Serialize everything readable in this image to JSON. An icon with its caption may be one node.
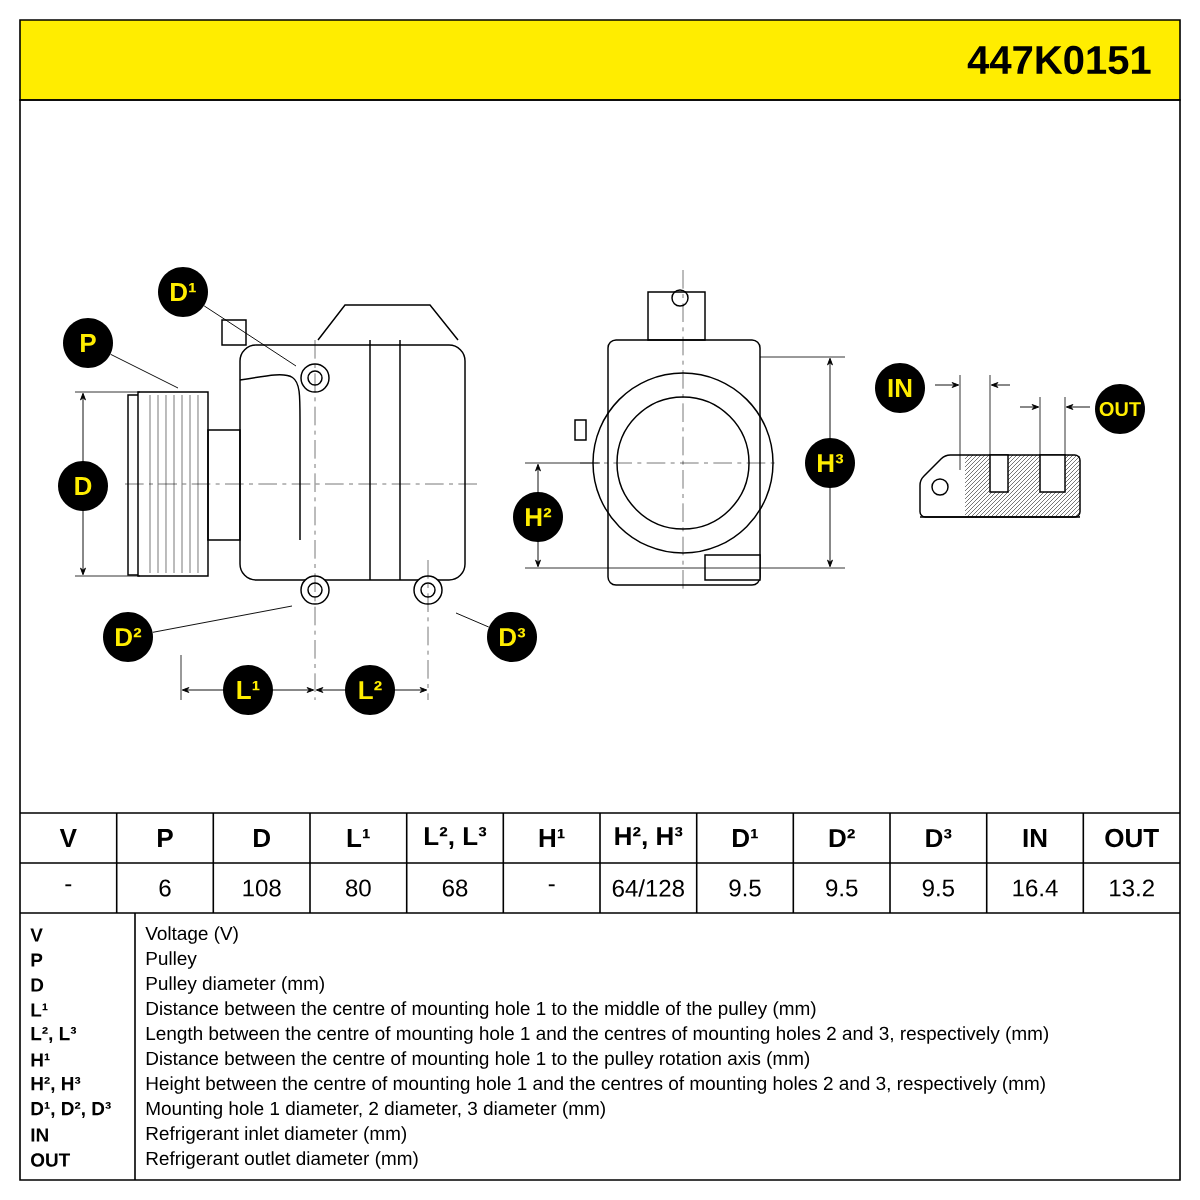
{
  "diagram": {
    "title": "447K0151",
    "nodes": [
      {
        "text": [
          "P"
        ]
      },
      {
        "text": [
          "D¹"
        ]
      },
      {
        "text": [
          "D"
        ]
      },
      {
        "text": [
          "D²"
        ]
      },
      {
        "text": [
          "L¹"
        ]
      },
      {
        "text": [
          "L²"
        ]
      },
      {
        "text": [
          "D³"
        ]
      },
      {
        "text": [
          "H²"
        ]
      },
      {
        "text": [
          "H³"
        ]
      },
      {
        "text": [
          "IN"
        ]
      },
      {
        "text": [
          "OUT"
        ]
      }
    ],
    "edges": [
      {
        "from": 0,
        "to": null,
        "arrow": "none"
      },
      {
        "from": 1,
        "to": null,
        "arrow": "none"
      },
      {
        "from": 3,
        "to": null,
        "arrow": "none"
      },
      {
        "from": 6,
        "to": null,
        "arrow": "none"
      }
    ],
    "labels": [
      "V",
      "P",
      "D",
      "L¹",
      "L², L³",
      "H¹",
      "H², H³",
      "D¹",
      "D²",
      "D³",
      "IN",
      "OUT",
      "-",
      "6",
      "108",
      "80",
      "68",
      "-",
      "64/128",
      "9.5",
      "9.5",
      "9.5",
      "16.4",
      "13.2",
      "V",
      "Voltage (V)",
      "P",
      "Pulley",
      "D",
      "Pulley diameter (mm)",
      "L¹",
      "Distance between the centre of mounting hole 1 to the middle of the pulley (mm)",
      "L², L³",
      "Length between the centre of mounting hole 1 and the centres of mounting holes 2 and 3, respectively (mm)",
      "H¹",
      "Distance between the centre of mounting hole 1 to the pulley rotation axis (mm)",
      "H², H³",
      "Height between the centre of mounting hole 1 and the centres of mounting holes 2 and 3, respectively (mm)",
      "D¹, D², D³",
      "Mounting hole 1 diameter, 2 diameter, 3 diameter (mm)",
      "IN",
      "Refrigerant inlet diameter (mm)",
      "OUT",
      "Refrigerant outlet diameter (mm)"
    ]
  }
}
